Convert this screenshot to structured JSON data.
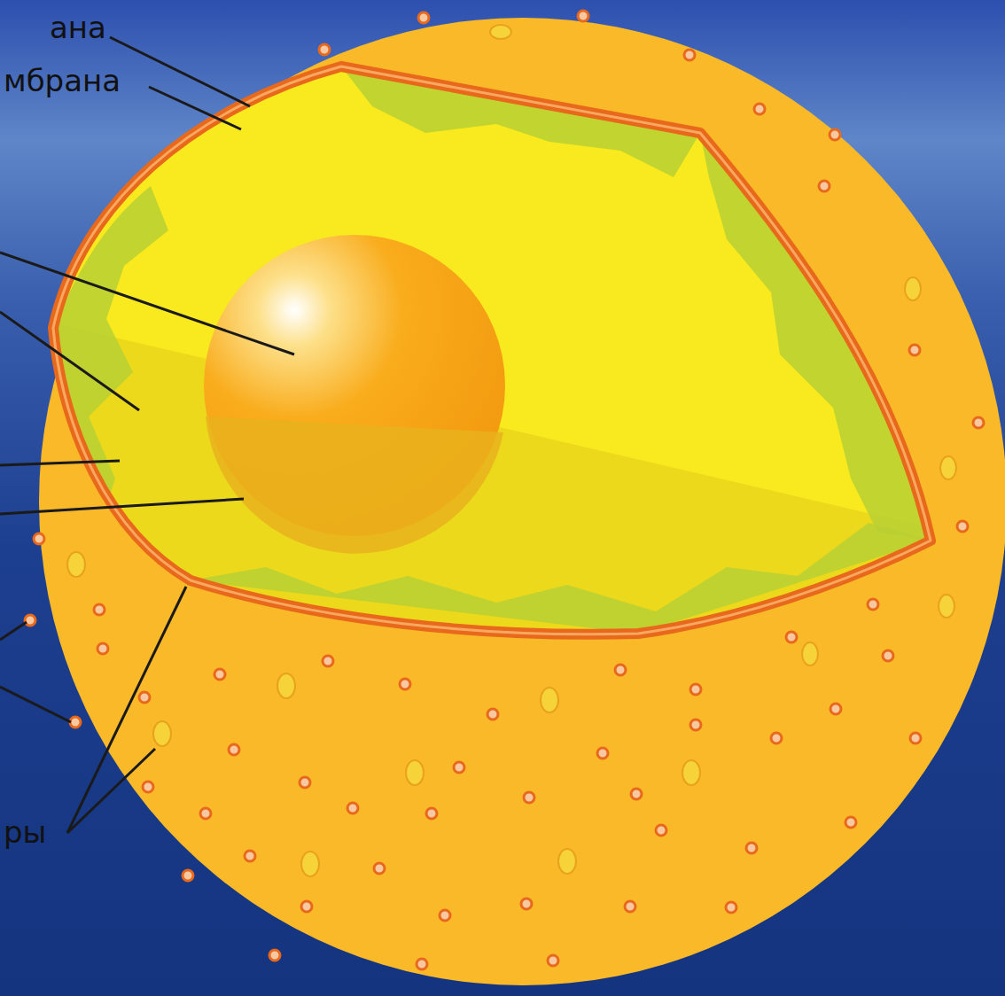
{
  "diagram": {
    "labels": [
      "ана",
      "мбрана",
      "ры"
    ]
  }
}
